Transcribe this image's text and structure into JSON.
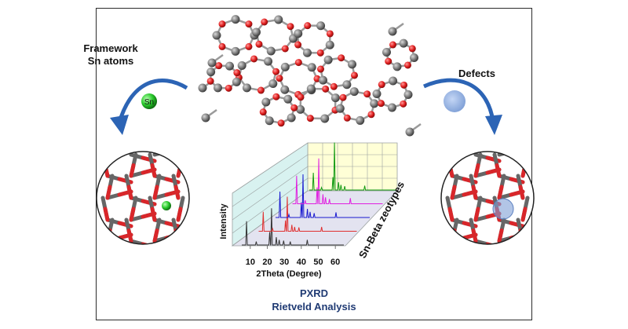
{
  "labels": {
    "framework_sn": "Framework Sn atoms",
    "sn_atom": "Sn",
    "defects": "Defects",
    "pxrd": "PXRD",
    "rietveld": "Rietveld Analysis"
  },
  "chart_data": {
    "type": "line",
    "xlabel": "2Theta (Degree)",
    "ylabel": "Intensity",
    "zlabel": "Sn-Beta zeotypes",
    "xticks": [
      "10",
      "20",
      "30",
      "40",
      "50",
      "60"
    ],
    "series": [
      {
        "color": "#333333",
        "peaks": [
          [
            7.8,
            0.55
          ],
          [
            13.5,
            0.08
          ],
          [
            21.4,
            0.3
          ],
          [
            22.5,
            0.85
          ],
          [
            25.3,
            0.18
          ],
          [
            27.0,
            0.12
          ],
          [
            29.6,
            0.1
          ],
          [
            33.5,
            0.08
          ],
          [
            43.5,
            0.12
          ]
        ]
      },
      {
        "color": "#e03030",
        "peaks": [
          [
            7.8,
            0.45
          ],
          [
            13.5,
            0.06
          ],
          [
            21.4,
            0.25
          ],
          [
            22.5,
            0.8
          ],
          [
            25.3,
            0.15
          ],
          [
            27.0,
            0.1
          ],
          [
            29.6,
            0.09
          ],
          [
            43.5,
            0.1
          ]
        ]
      },
      {
        "color": "#1a1ad0",
        "peaks": [
          [
            7.8,
            0.6
          ],
          [
            13.5,
            0.07
          ],
          [
            21.4,
            0.35
          ],
          [
            22.5,
            1.0
          ],
          [
            25.3,
            0.2
          ],
          [
            27.0,
            0.13
          ],
          [
            29.6,
            0.1
          ],
          [
            43.5,
            0.12
          ]
        ]
      },
      {
        "color": "#e020e0",
        "peaks": [
          [
            7.8,
            0.65
          ],
          [
            13.5,
            0.08
          ],
          [
            21.4,
            0.38
          ],
          [
            22.5,
            1.05
          ],
          [
            25.3,
            0.22
          ],
          [
            27.0,
            0.15
          ],
          [
            29.6,
            0.11
          ],
          [
            43.5,
            0.13
          ]
        ]
      },
      {
        "color": "#129a12",
        "peaks": [
          [
            7.8,
            0.4
          ],
          [
            13.5,
            0.06
          ],
          [
            21.4,
            0.3
          ],
          [
            22.5,
            1.1
          ],
          [
            25.3,
            0.18
          ],
          [
            27.0,
            0.12
          ],
          [
            29.6,
            0.09
          ],
          [
            43.5,
            0.1
          ]
        ]
      }
    ]
  }
}
